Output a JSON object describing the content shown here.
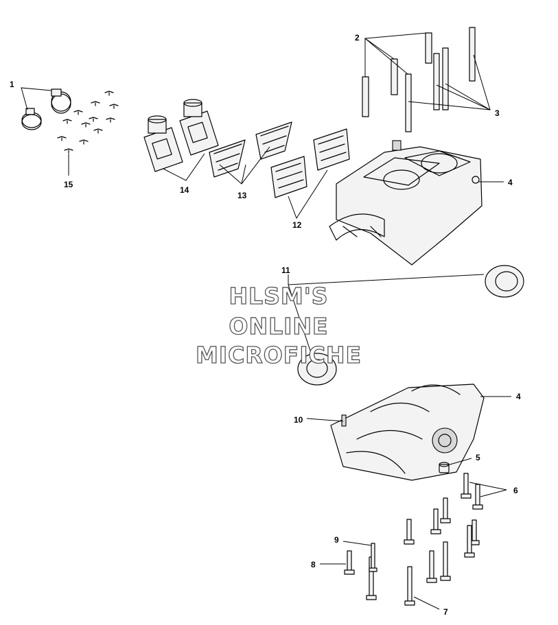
{
  "watermark": {
    "lines": [
      "HLSM'S",
      "ONLINE",
      "MICROFICHE"
    ]
  },
  "callouts": {
    "c1": "1",
    "c2": "2",
    "c3": "3",
    "c4a": "4",
    "c4b": "4",
    "c5": "5",
    "c6": "6",
    "c7": "7",
    "c8": "8",
    "c9": "9",
    "c10": "10",
    "c11": "11",
    "c12": "12",
    "c13": "13",
    "c14": "14",
    "c15": "15"
  }
}
